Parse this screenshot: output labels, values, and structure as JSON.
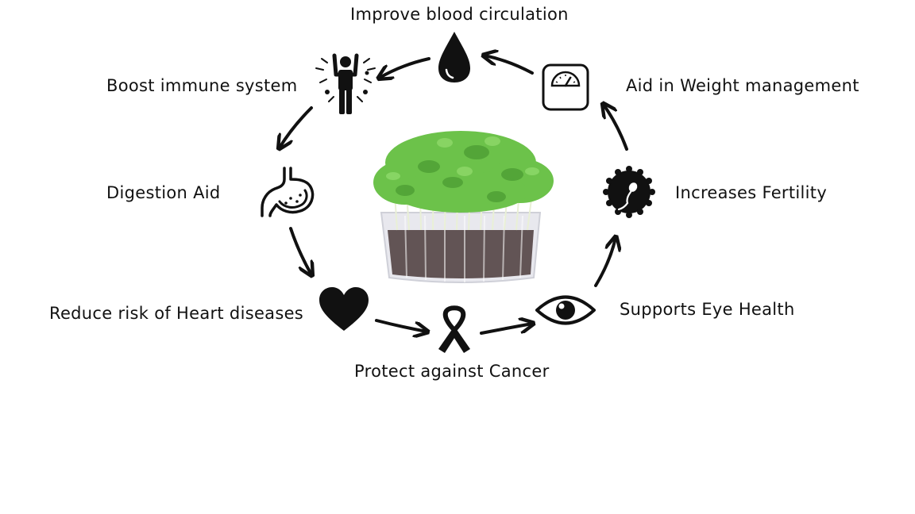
{
  "labels": {
    "blood": "Improve blood circulation",
    "immune": "Boost immune system",
    "weight": "Aid in Weight management",
    "digestion": "Digestion Aid",
    "fertility": "Increases Fertility",
    "heart": "Reduce risk of Heart diseases",
    "eye": "Supports Eye Health",
    "cancer": "Protect against Cancer"
  },
  "colors": {
    "ink": "#111111",
    "leaf": "#6cc24a",
    "leaf_dark": "#3f8f2a",
    "stem": "#e9f0d6",
    "soil": "#4a3a3a"
  },
  "icons": [
    "drop-icon",
    "person-icon",
    "scale-icon",
    "stomach-icon",
    "sperm-badge-icon",
    "heart-icon",
    "eye-icon",
    "ribbon-icon"
  ]
}
